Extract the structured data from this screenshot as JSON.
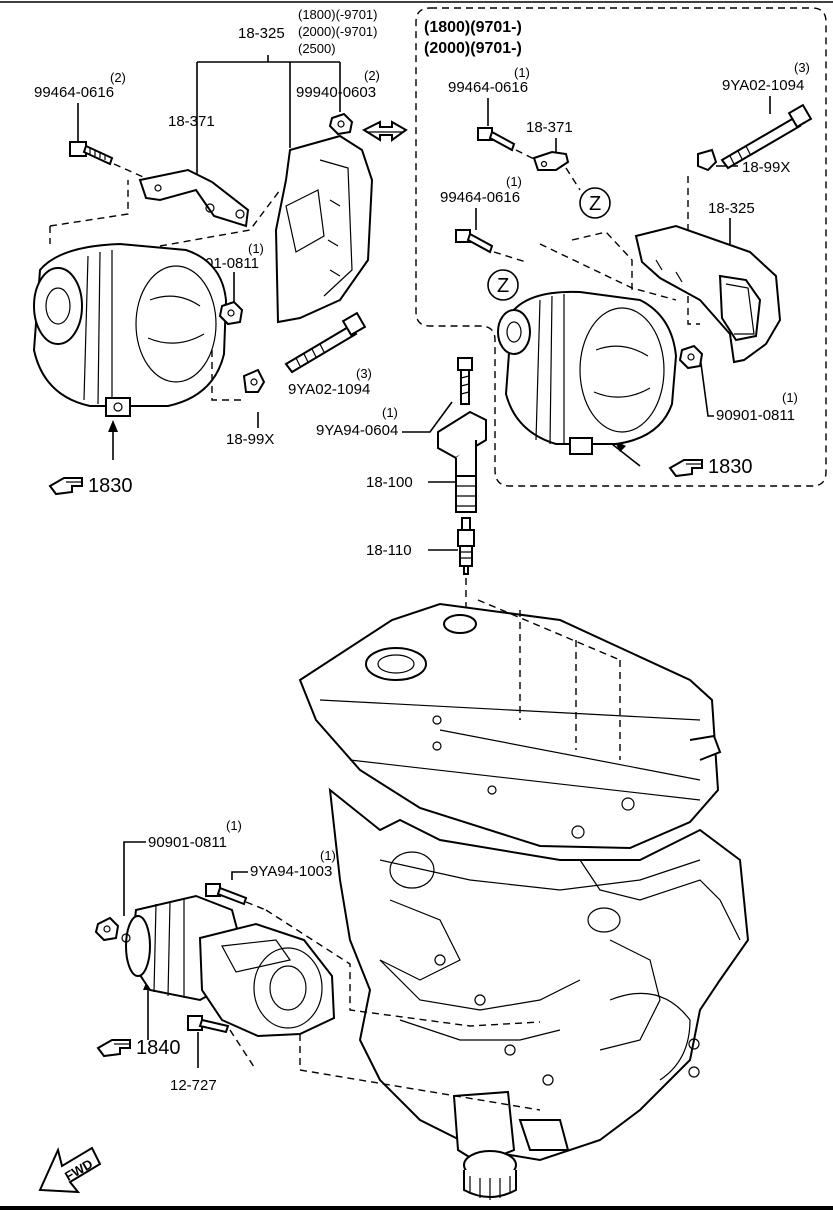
{
  "frame": {
    "header": [
      "(1800)(9701-)",
      "(2000)(9701-)"
    ]
  },
  "labels": {
    "a1": "99464-0616",
    "a1q": "(2)",
    "a2": "18-325",
    "a2v1": "(1800)(-9701)",
    "a2v2": "(2000)(-9701)",
    "a2v3": "(2500)",
    "a3": "18-371",
    "a4": "99940-0603",
    "a4q": "(2)",
    "a5": "90901-0811",
    "a5q": "(1)",
    "a6": "9YA02-1094",
    "a6q": "(3)",
    "a7": "18-99X",
    "a8": "1830",
    "b1": "99464-0616",
    "b1q": "(1)",
    "b2": "18-371",
    "b3": "9YA02-1094",
    "b3q": "(3)",
    "b4": "18-99X",
    "b5": "99464-0616",
    "b5q": "(1)",
    "b6": "18-325",
    "b7": "Z",
    "b8": "Z",
    "b9": "90901-0811",
    "b9q": "(1)",
    "b10": "1830",
    "c1": "9YA94-0604",
    "c1q": "(1)",
    "c2": "18-100",
    "c3": "18-110",
    "d1": "90901-0811",
    "d1q": "(1)",
    "d2": "9YA94-1003",
    "d2q": "(1)",
    "d3": "1840",
    "d4": "12-727",
    "fwd": "FWD"
  },
  "icons": [
    "pointing-hand-icon",
    "fwd-arrow-icon"
  ]
}
